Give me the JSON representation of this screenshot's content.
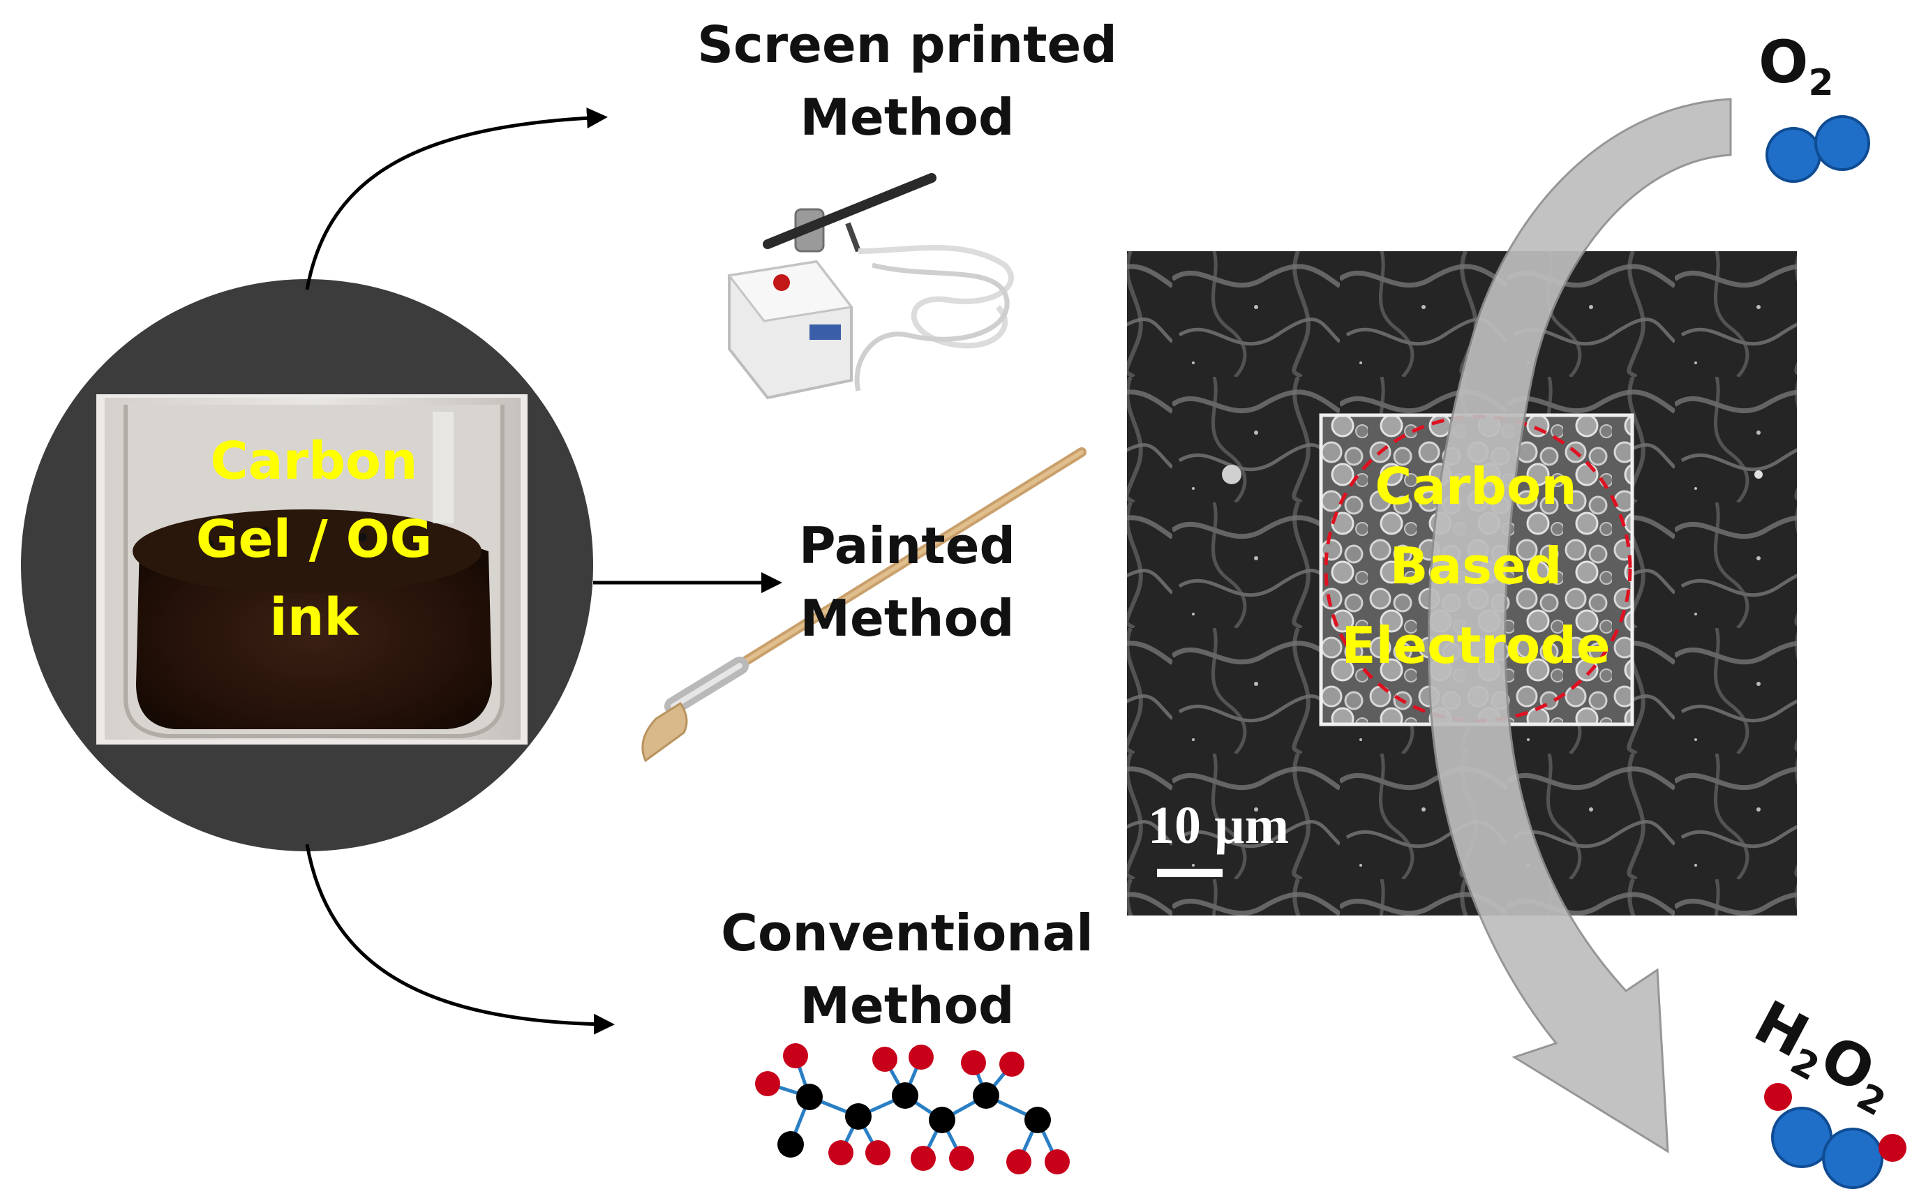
{
  "ink": {
    "line1": "Carbon",
    "line2": "Gel / OG",
    "line3": "ink"
  },
  "methods": {
    "screen": {
      "line1": "Screen printed",
      "line2": "Method"
    },
    "painted": {
      "line1": "Painted",
      "line2": "Method"
    },
    "conventional": {
      "line1": "Conventional",
      "line2": "Method"
    }
  },
  "electrode": {
    "line1": "Carbon",
    "line2": "Based",
    "line3": "Electrode"
  },
  "scale_bar": "10 µm",
  "reaction": {
    "reactant": "O",
    "reactant_sub": "2",
    "product_h": "H",
    "product_h_sub": "2",
    "product_o": "O",
    "product_o_sub": "2"
  },
  "colors": {
    "label_yellow": "#ffff00",
    "circle_dark": "#3c3c3c",
    "oxygen_blue": "#1f6fc9",
    "hydrogen_red": "#c8001a",
    "arrow_grey": "#bdbdbd",
    "dashed_circle": "#e01020"
  }
}
